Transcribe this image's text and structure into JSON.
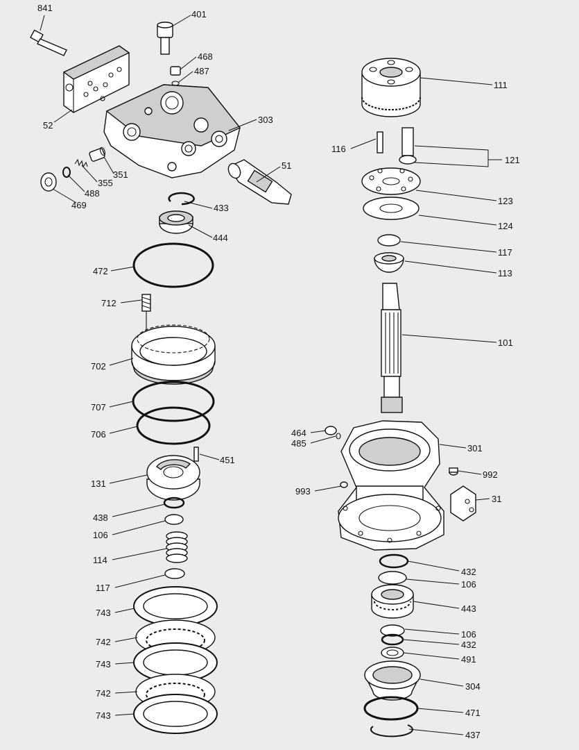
{
  "callouts": [
    {
      "id": "p841",
      "text": "841"
    },
    {
      "id": "p401",
      "text": "401"
    },
    {
      "id": "p468",
      "text": "468"
    },
    {
      "id": "p487",
      "text": "487"
    },
    {
      "id": "p52",
      "text": "52"
    },
    {
      "id": "p303",
      "text": "303"
    },
    {
      "id": "p51",
      "text": "51"
    },
    {
      "id": "p351",
      "text": "351"
    },
    {
      "id": "p355",
      "text": "355"
    },
    {
      "id": "p488",
      "text": "488"
    },
    {
      "id": "p469",
      "text": "469"
    },
    {
      "id": "p433",
      "text": "433"
    },
    {
      "id": "p444",
      "text": "444"
    },
    {
      "id": "p472",
      "text": "472"
    },
    {
      "id": "p712",
      "text": "712"
    },
    {
      "id": "p702",
      "text": "702"
    },
    {
      "id": "p707",
      "text": "707"
    },
    {
      "id": "p706",
      "text": "706"
    },
    {
      "id": "p451",
      "text": "451"
    },
    {
      "id": "p131",
      "text": "131"
    },
    {
      "id": "p438",
      "text": "438"
    },
    {
      "id": "p106a",
      "text": "106"
    },
    {
      "id": "p114",
      "text": "114"
    },
    {
      "id": "p117a",
      "text": "117"
    },
    {
      "id": "p743a",
      "text": "743"
    },
    {
      "id": "p742a",
      "text": "742"
    },
    {
      "id": "p743b",
      "text": "743"
    },
    {
      "id": "p742b",
      "text": "742"
    },
    {
      "id": "p743c",
      "text": "743"
    },
    {
      "id": "p111",
      "text": "111"
    },
    {
      "id": "p116",
      "text": "116"
    },
    {
      "id": "p121",
      "text": "121"
    },
    {
      "id": "p123",
      "text": "123"
    },
    {
      "id": "p124",
      "text": "124"
    },
    {
      "id": "p117b",
      "text": "117"
    },
    {
      "id": "p113",
      "text": "113"
    },
    {
      "id": "p101",
      "text": "101"
    },
    {
      "id": "p464",
      "text": "464"
    },
    {
      "id": "p485",
      "text": "485"
    },
    {
      "id": "p301",
      "text": "301"
    },
    {
      "id": "p992",
      "text": "992"
    },
    {
      "id": "p993",
      "text": "993"
    },
    {
      "id": "p31",
      "text": "31"
    },
    {
      "id": "p432a",
      "text": "432"
    },
    {
      "id": "p106b",
      "text": "106"
    },
    {
      "id": "p443",
      "text": "443"
    },
    {
      "id": "p106c",
      "text": "106"
    },
    {
      "id": "p432b",
      "text": "432"
    },
    {
      "id": "p491",
      "text": "491"
    },
    {
      "id": "p304",
      "text": "304"
    },
    {
      "id": "p471",
      "text": "471"
    },
    {
      "id": "p437",
      "text": "437"
    }
  ]
}
